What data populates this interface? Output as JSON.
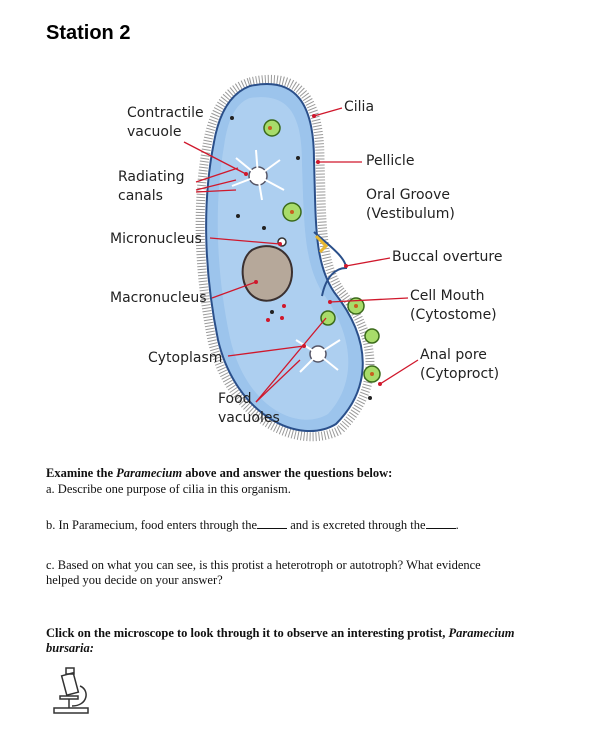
{
  "page_title": "Station 2",
  "diagram": {
    "labels": {
      "cilia": "Cilia",
      "contractile_vacuole": [
        "Contractile",
        "vacuole"
      ],
      "pellicle": "Pellicle",
      "radiating_canals": [
        "Radiating",
        "canals"
      ],
      "oral_groove": [
        "Oral Groove",
        "(Vestibulum)"
      ],
      "micronucleus": "Micronucleus",
      "buccal_overture": "Buccal overture",
      "macronucleus": "Macronucleus",
      "cell_mouth": [
        "Cell Mouth",
        "(Cytostome)"
      ],
      "cytoplasm": "Cytoplasm",
      "anal_pore": [
        "Anal pore",
        "(Cytoproct)"
      ],
      "food_vacuoles": [
        "Food",
        "vacuoles"
      ]
    },
    "colors": {
      "body_fill": "#9cc4ec",
      "body_outline": "#2a4f8a",
      "macronucleus": "#b6a89a",
      "leader_line": "#d0182c",
      "vacuole_green": "#6fbf3a"
    }
  },
  "questions": {
    "heading_prefix": "Examine the ",
    "heading_italic": "Paramecium",
    "heading_suffix": " above and answer the questions below:",
    "a": "a. Describe one purpose of cilia in this organism.",
    "b_part1": "b. In Paramecium, food enters through the",
    "b_part2": "and is excreted through the",
    "b_end": ".",
    "c_line1": "c. Based on what you can see, is this protist a heterotroph or autotroph? What evidence",
    "c_line2": "helped you decide on your answer?"
  },
  "microscope_prompt": {
    "text": "Click on the microscope to look through it to observe an interesting protist, ",
    "italic": "Paramecium",
    "italic2": "bursaria:"
  },
  "icons": {
    "microscope": "microscope-icon"
  }
}
